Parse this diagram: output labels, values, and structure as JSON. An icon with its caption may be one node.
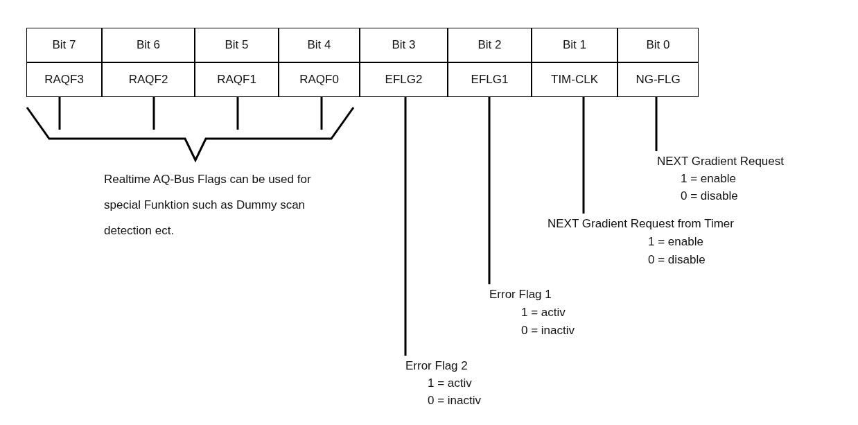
{
  "diagram": {
    "nodes": [
      {
        "text": [
          "Bit 7"
        ]
      },
      {
        "text": [
          "Bit 6"
        ]
      },
      {
        "text": [
          "Bit 5"
        ]
      },
      {
        "text": [
          "Bit 4"
        ]
      },
      {
        "text": [
          "Bit 3"
        ]
      },
      {
        "text": [
          "Bit 2"
        ]
      },
      {
        "text": [
          "Bit 1"
        ]
      },
      {
        "text": [
          "Bit 0"
        ]
      },
      {
        "text": [
          "RAQF3"
        ]
      },
      {
        "text": [
          "RAQF2"
        ]
      },
      {
        "text": [
          "RAQF1"
        ]
      },
      {
        "text": [
          "RAQF0"
        ]
      },
      {
        "text": [
          "EFLG2"
        ]
      },
      {
        "text": [
          "EFLG1"
        ]
      },
      {
        "text": [
          "TIM-CLK"
        ]
      },
      {
        "text": [
          "NG-FLG"
        ]
      },
      {
        "text": [
          "Realtime AQ-Bus Flags can be used for special Funktion such as Dummy scan detection ect."
        ]
      },
      {
        "text": [
          "NEXT Gradient Request",
          "1 = enable",
          "0 = disable"
        ]
      },
      {
        "text": [
          "NEXT Gradient Request from Timer",
          "1 = enable",
          "0 = disable"
        ]
      },
      {
        "text": [
          "Error Flag 1",
          "1 = activ",
          "0 = inactiv"
        ]
      },
      {
        "text": [
          "Error Flag 2",
          "1 = activ",
          "0 = inactiv"
        ]
      }
    ],
    "edges": [
      {
        "from": 15,
        "to": 17,
        "arrow": "none"
      },
      {
        "from": 14,
        "to": 18,
        "arrow": "none"
      },
      {
        "from": 13,
        "to": 19,
        "arrow": "none"
      },
      {
        "from": 12,
        "to": 20,
        "arrow": "none"
      }
    ]
  }
}
